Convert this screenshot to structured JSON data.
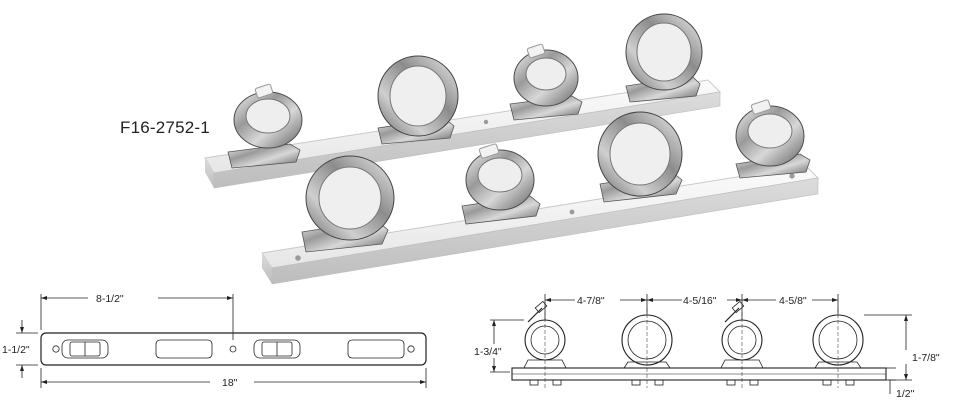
{
  "part_number": "F16-2752-1",
  "top_view": {
    "hole_spacing": "8-1/2\"",
    "width": "1-1/2\"",
    "overall_length": "18\""
  },
  "side_view": {
    "spacing_1": "4-7/8\"",
    "spacing_2": "4-5/16\"",
    "spacing_3": "4-5/8\"",
    "left_height": "1-3/4\"",
    "right_height": "1-7/8\"",
    "base_height": "1/2\""
  }
}
